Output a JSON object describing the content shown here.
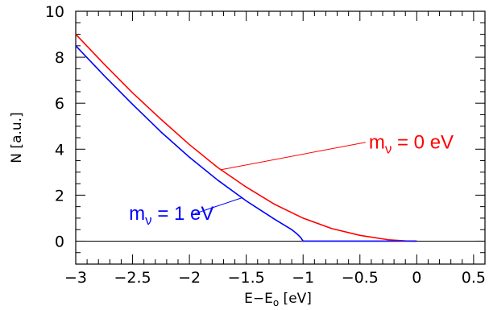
{
  "chart_data": {
    "type": "line",
    "xlabel": "E−E",
    "xlabel_sub": "o",
    "xlabel_unit": " [eV]",
    "ylabel": "N [a.u.]",
    "xlim": [
      -3,
      0.6
    ],
    "ylim": [
      -1,
      10
    ],
    "x_ticks": [
      -3,
      -2.5,
      -2,
      -1.5,
      -1,
      -0.5,
      0,
      0.5
    ],
    "x_tick_labels": [
      "−3",
      "−2.5",
      "−2",
      "−1.5",
      "−1",
      "−0.5",
      "0",
      "0.5"
    ],
    "y_ticks": [
      0,
      2,
      4,
      6,
      8,
      10
    ],
    "y_tick_labels": [
      "0",
      "2",
      "4",
      "6",
      "8",
      "10"
    ],
    "grid": false,
    "reference_line_y": 0,
    "series": [
      {
        "color": "#ff0000",
        "x": [
          -3.0,
          -2.75,
          -2.5,
          -2.25,
          -2.0,
          -1.75,
          -1.5,
          -1.25,
          -1.0,
          -0.75,
          -0.5,
          -0.25,
          -0.1,
          0.0
        ],
        "y": [
          9.0,
          7.7,
          6.45,
          5.3,
          4.2,
          3.2,
          2.35,
          1.6,
          1.0,
          0.55,
          0.25,
          0.06,
          0.01,
          0.0
        ]
      },
      {
        "color": "#0000ff",
        "x": [
          -3.0,
          -2.75,
          -2.5,
          -2.25,
          -2.0,
          -1.75,
          -1.5,
          -1.25,
          -1.1,
          -1.05,
          -1.02,
          -1.0,
          -0.5,
          0.0
        ],
        "y": [
          8.5,
          7.2,
          5.95,
          4.75,
          3.65,
          2.65,
          1.75,
          0.95,
          0.5,
          0.3,
          0.15,
          0.0,
          0.0,
          0.0
        ]
      }
    ],
    "annotations": [
      {
        "text_main": "m",
        "text_sub": "ν",
        "text_rest": " = 0 eV",
        "color": "#ff0000",
        "pointer_from": [
          -0.45,
          4.3
        ],
        "pointer_to": [
          -1.73,
          3.1
        ]
      },
      {
        "text_main": "m",
        "text_sub": "ν",
        "text_rest": " = 1 eV",
        "color": "#0000ff",
        "pointer_from": [
          -1.95,
          1.2
        ],
        "pointer_to": [
          -1.53,
          1.9
        ]
      }
    ]
  }
}
